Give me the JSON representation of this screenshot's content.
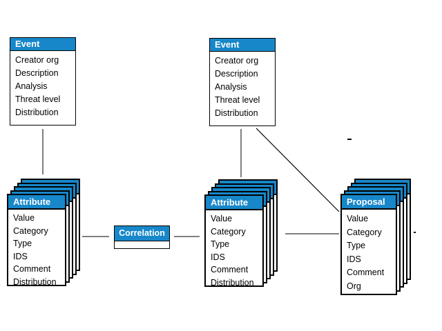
{
  "diagram": {
    "background_color": "#ffffff",
    "accent_color": "#1787C9",
    "entities": {
      "event_left": {
        "title": "Event",
        "fields": [
          "Creator org",
          "Description",
          "Analysis",
          "Threat level",
          "Distribution"
        ]
      },
      "event_right": {
        "title": "Event",
        "fields": [
          "Creator org",
          "Description",
          "Analysis",
          "Threat level",
          "Distribution"
        ]
      },
      "attribute_left": {
        "title": "Attribute",
        "fields": [
          "Value",
          "Category",
          "Type",
          "IDS",
          "Comment",
          "Distribution"
        ]
      },
      "attribute_middle": {
        "title": "Attribute",
        "fields": [
          "Value",
          "Category",
          "Type",
          "IDS",
          "Comment",
          "Distribution"
        ]
      },
      "proposal": {
        "title": "Proposal",
        "fields": [
          "Value",
          "Category",
          "Type",
          "IDS",
          "Comment",
          "Org"
        ]
      },
      "correlation": {
        "title": "Correlation"
      }
    }
  }
}
